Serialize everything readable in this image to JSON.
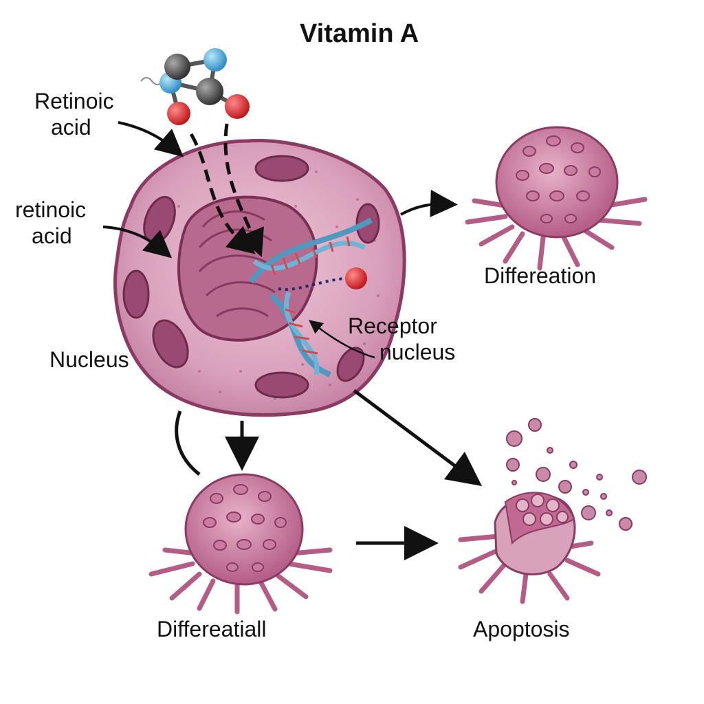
{
  "title": "Vitamin A",
  "labels": {
    "retinoic_acid_top": [
      "Retinoic",
      "acid"
    ],
    "retinoic_acid_side": [
      "retinoic",
      "acid"
    ],
    "nucleus": "Nucleus",
    "receptor_nucleus": [
      "Receptor",
      "nucleus"
    ],
    "differentiation_top": "Differeation",
    "differentiation_bottom": "Differeatiall",
    "apoptosis": "Apoptosis"
  },
  "colors": {
    "cell_fill": "#d9a0bb",
    "cell_stroke": "#8a3a63",
    "nucleus_fill": "#c27a9a",
    "dna": "#5aa2c8",
    "atom_carbon": "#555555",
    "atom_oxygen": "#d9262a",
    "atom_nitrogen": "#56b4e0",
    "arrow": "#111111"
  }
}
